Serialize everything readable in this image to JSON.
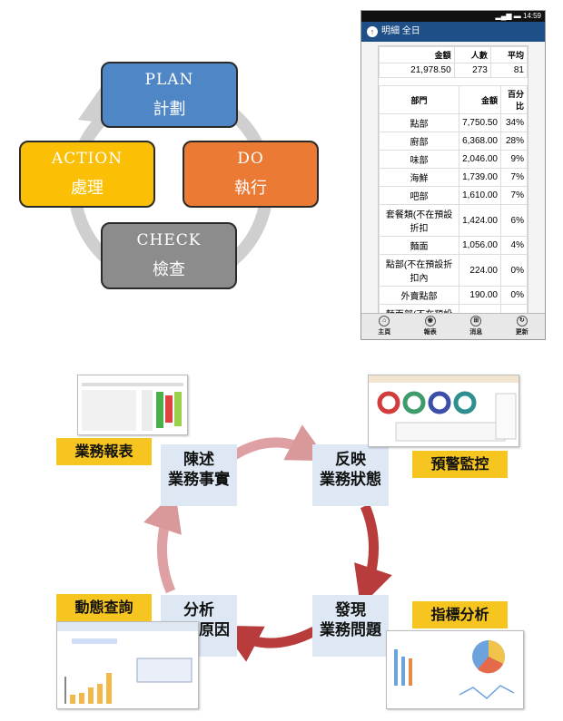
{
  "pdca": {
    "plan": {
      "en": "PLAN",
      "zh": "計劃",
      "color": "#4f86c6"
    },
    "do": {
      "en": "DO",
      "zh": "執行",
      "color": "#ea7a34"
    },
    "check": {
      "en": "CHECK",
      "zh": "檢查",
      "color": "#8c8c8c"
    },
    "action": {
      "en": "ACTION",
      "zh": "處理",
      "color": "#fbbf06"
    }
  },
  "phone": {
    "status_time": "14:59",
    "header_title": "明細 全日",
    "summary": {
      "headers": [
        "金額",
        "人數",
        "平均"
      ],
      "values": [
        "21,978.50",
        "273",
        "81"
      ]
    },
    "detail": {
      "headers": [
        "部門",
        "金額",
        "百分比"
      ],
      "rows": [
        [
          "點部",
          "7,750.50",
          "34%"
        ],
        [
          "廚部",
          "6,368.00",
          "28%"
        ],
        [
          "味部",
          "2,046.00",
          "9%"
        ],
        [
          "海鮮",
          "1,739.00",
          "7%"
        ],
        [
          "吧部",
          "1,610.00",
          "7%"
        ],
        [
          "套餐類(不在預設折扣",
          "1,424.00",
          "6%"
        ],
        [
          "麵面",
          "1,056.00",
          "4%"
        ],
        [
          "點部(不在預設折扣內",
          "224.00",
          "0%"
        ],
        [
          "外賣點部",
          "190.00",
          "0%"
        ],
        [
          "麵面部(不在預設",
          "",
          ""
        ]
      ]
    },
    "nav": [
      "主頁",
      "報表",
      "消息",
      "更新"
    ]
  },
  "cycle": {
    "nodes": {
      "top_left": [
        "陳述",
        "業務事實"
      ],
      "top_right": [
        "反映",
        "業務狀態"
      ],
      "bottom_right": [
        "發現",
        "業務問題"
      ],
      "bottom_left": [
        "分析",
        "問題原因"
      ]
    },
    "labels": {
      "reports": "業務報表",
      "alerts": "預警監控",
      "indicators": "指標分析",
      "query": "動態查詢"
    },
    "arrow_colors": [
      "#d9999a",
      "#b93c3c"
    ]
  }
}
